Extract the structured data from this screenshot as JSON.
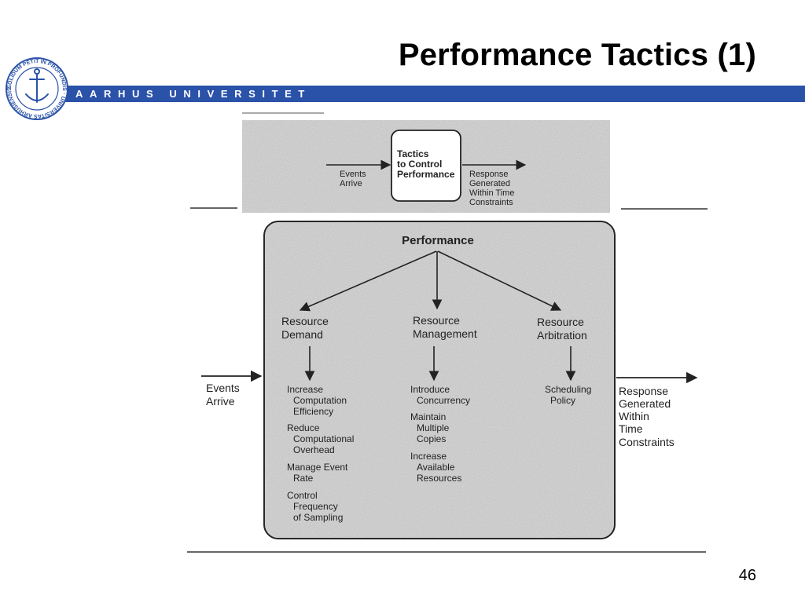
{
  "slide": {
    "title": "Performance Tactics (1)",
    "banner": "AARHUS UNIVERSITET",
    "seal_text": "SOLIDUM PETIT IN PROFUNDIS · UNIVERSITAS ARHUSIENSIS",
    "page_number": "46"
  },
  "top_diagram": {
    "input_label": [
      "Events",
      "Arrive"
    ],
    "box_label": [
      "Tactics",
      "to Control",
      "Performance"
    ],
    "output_label": [
      "Response",
      "Generated",
      "Within Time",
      "Constraints"
    ]
  },
  "tree": {
    "root": "Performance",
    "input_label": [
      "Events",
      "Arrive"
    ],
    "output_label": [
      "Response",
      "Generated",
      "Within",
      "Time",
      "Constraints"
    ],
    "categories": [
      {
        "label": [
          "Resource",
          "Demand"
        ],
        "tactics": [
          [
            "Increase",
            "Computation",
            "Efficiency"
          ],
          [
            "Reduce",
            "Computational",
            "Overhead"
          ],
          [
            "Manage Event",
            "Rate"
          ],
          [
            "Control",
            "Frequency",
            "of Sampling"
          ]
        ]
      },
      {
        "label": [
          "Resource",
          "Management"
        ],
        "tactics": [
          [
            "Introduce",
            "Concurrency"
          ],
          [
            "Maintain",
            "Multiple",
            "Copies"
          ],
          [
            "Increase",
            "Available",
            "Resources"
          ]
        ]
      },
      {
        "label": [
          "Resource",
          "Arbitration"
        ],
        "tactics": [
          [
            "Scheduling",
            "Policy"
          ]
        ]
      }
    ]
  },
  "colors": {
    "banner": "#2a52a8",
    "panel_fill": "#d9d9d9",
    "ink": "#222222"
  }
}
